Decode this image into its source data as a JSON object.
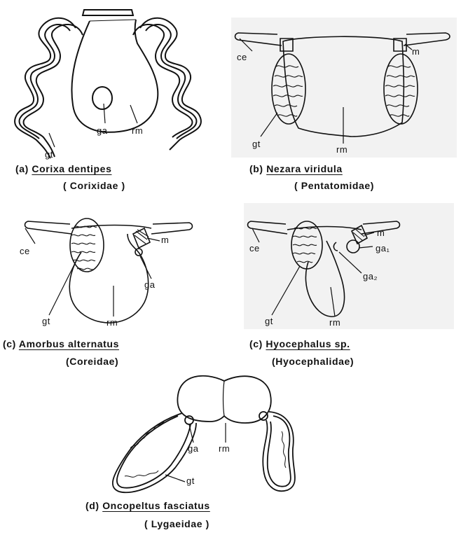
{
  "panels": [
    {
      "letter": "(a)",
      "species": "Corixa dentipes",
      "family": "( Corixidae )",
      "labels": {
        "gt": "gt",
        "ga": "ga",
        "rm": "rm"
      }
    },
    {
      "letter": "(b)",
      "species": "Nezara viridula",
      "family": "( Pentatomidae)",
      "labels": {
        "ce": "ce",
        "m": "m",
        "gt": "gt",
        "rm": "rm"
      }
    },
    {
      "letter": "(c)",
      "species": "Amorbus alternatus",
      "family": "(Coreidae)",
      "labels": {
        "ce": "ce",
        "m": "m",
        "ga": "ga",
        "gt": "gt",
        "rm": "rm"
      }
    },
    {
      "letter": "(c)",
      "species": "Hyocephalus sp.",
      "family": "(Hyocephalidae)",
      "labels": {
        "ce": "ce",
        "m": "m",
        "ga1": "ga₁",
        "ga2": "ga₂",
        "gt": "gt",
        "rm": "rm"
      }
    },
    {
      "letter": "(d)",
      "species": "Oncopeltus fasciatus",
      "family": "( Lygaeidae )",
      "labels": {
        "ga": "ga",
        "rm": "rm",
        "gt": "gt"
      }
    }
  ]
}
